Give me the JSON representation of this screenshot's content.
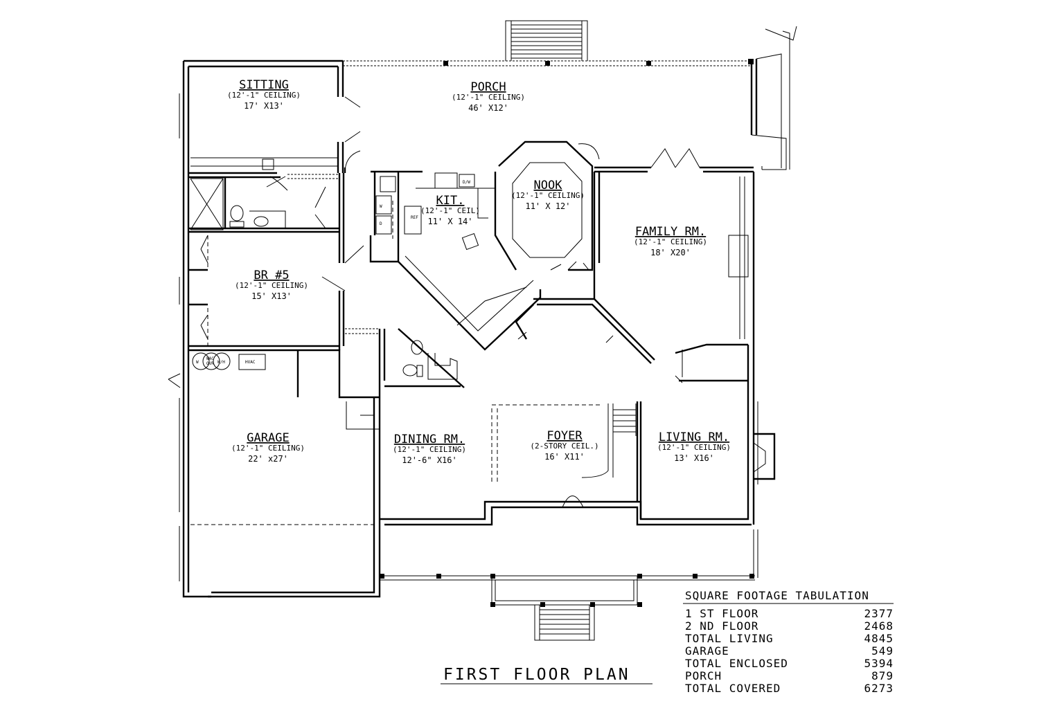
{
  "rooms": [
    {
      "id": "sitting",
      "name": "SITTING",
      "ceiling": "(12'-1\" CEILING)",
      "dims": "17' X13'"
    },
    {
      "id": "porch_rear",
      "name": "PORCH",
      "ceiling": "(12'-1\" CEILING)",
      "dims": "46' X12'"
    },
    {
      "id": "nook",
      "name": "NOOK",
      "ceiling": "(12'-1\" CEILING)",
      "dims": "11' X 12'"
    },
    {
      "id": "kit",
      "name": "KIT.",
      "ceiling": "(12'-1\" CEIL)",
      "dims": "11' X 14'"
    },
    {
      "id": "family",
      "name": "FAMILY RM.",
      "ceiling": "(12'-1\" CEILING)",
      "dims": "18' X20'"
    },
    {
      "id": "br5",
      "name": "BR #5",
      "ceiling": "(12'-1\" CEILING)",
      "dims": "15' X13'"
    },
    {
      "id": "garage",
      "name": "GARAGE",
      "ceiling": "(12'-1\" CEILING)",
      "dims": "22' x27'"
    },
    {
      "id": "dining",
      "name": "DINING RM.",
      "ceiling": "(12'-1\" CEILING)",
      "dims": "12'-6\" X16'"
    },
    {
      "id": "foyer",
      "name": "FOYER",
      "ceiling": "(2-STORY CEIL.)",
      "dims": "16' X11'"
    },
    {
      "id": "living",
      "name": "LIVING RM.",
      "ceiling": "(12'-1\" CEILING)",
      "dims": "13' X16'"
    }
  ],
  "fixtures": {
    "washer": "W",
    "dryer": "D",
    "wh": "W/H",
    "wac": "WAC",
    "ovr": "OVR",
    "hvac": "HVAC",
    "dw": "D/W",
    "ref": "REF"
  },
  "title": "FIRST FLOOR PLAN",
  "tabulation": {
    "heading": "SQUARE FOOTAGE TABULATION",
    "rows": [
      {
        "label": "1 ST FLOOR",
        "value": "2377"
      },
      {
        "label": "2 ND FLOOR",
        "value": "2468"
      },
      {
        "label": "TOTAL LIVING",
        "value": "4845"
      },
      {
        "label": "GARAGE",
        "value": "549"
      },
      {
        "label": "TOTAL ENCLOSED",
        "value": "5394"
      },
      {
        "label": "PORCH",
        "value": "879"
      },
      {
        "label": "TOTAL COVERED",
        "value": "6273"
      }
    ]
  }
}
